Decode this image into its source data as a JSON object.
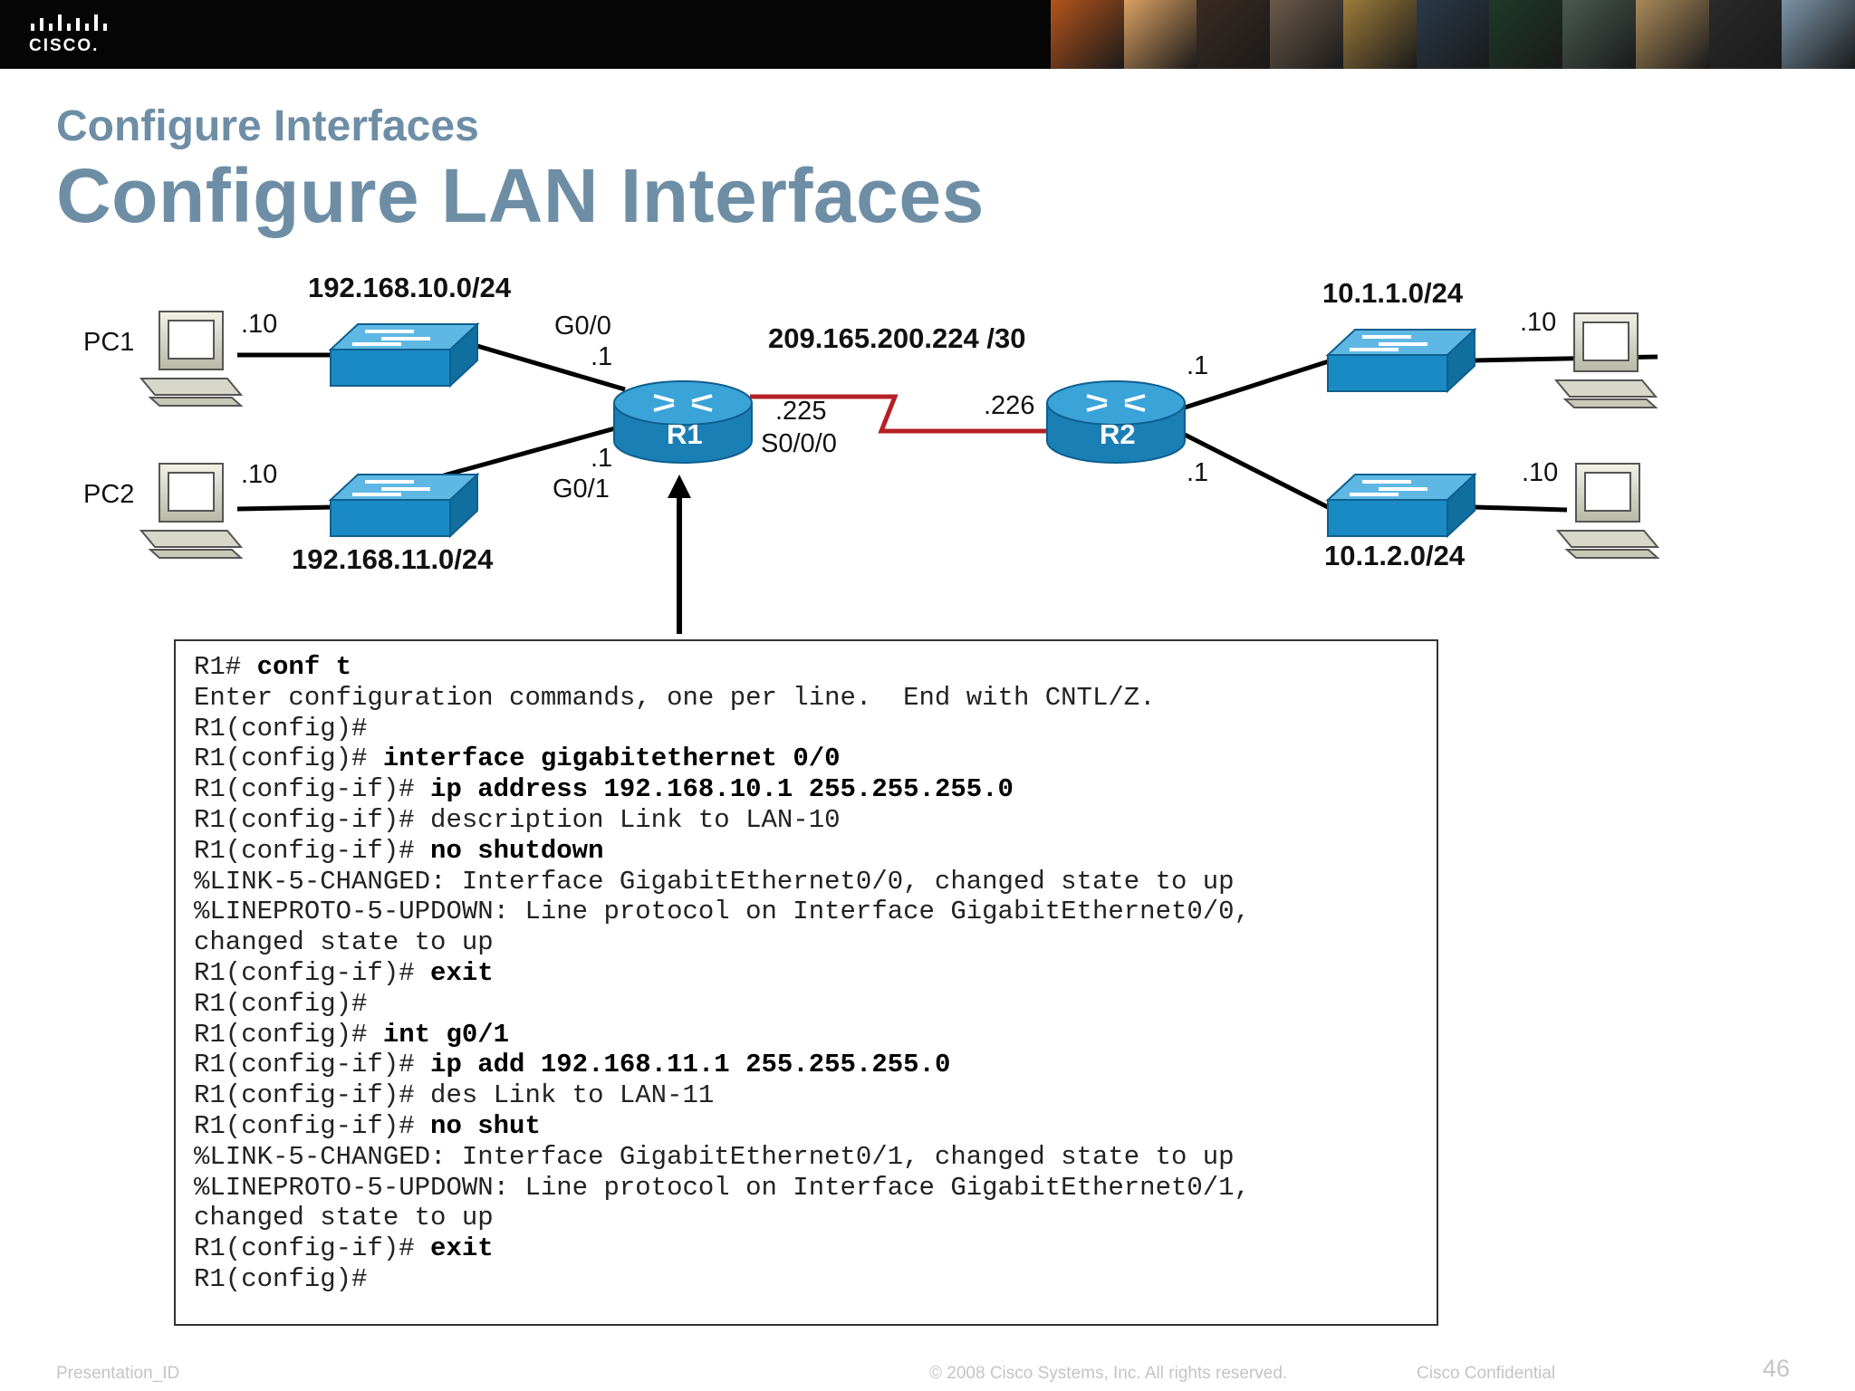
{
  "header": {
    "logo_text": "CISCO.",
    "photo_colors": [
      "#b4541c",
      "#d9a063",
      "#3a2b22",
      "#6b5a4a",
      "#9c7b3a",
      "#2a3a4a",
      "#1e3a2a",
      "#4a5a52",
      "#aa8a5a",
      "#2a2a2a",
      "#7a94a8"
    ]
  },
  "slide": {
    "subtitle": "Configure Interfaces",
    "title": "Configure LAN Interfaces"
  },
  "diagram": {
    "pc1_label": "PC1",
    "pc2_label": "PC2",
    "pc1_host": ".10",
    "pc2_host": ".10",
    "lan10_net": "192.168.10.0/24",
    "lan11_net": "192.168.11.0/24",
    "r1_g00_label": "G0/0",
    "r1_g00_host": ".1",
    "r1_g01_host": ".1",
    "r1_g01_label": "G0/1",
    "r1_name": "R1",
    "r2_name": "R2",
    "wan_net": "209.165.200.224 /30",
    "r1_s000_host": ".225",
    "r1_s000_label": "S0/0/0",
    "r2_wan_host": ".226",
    "r2_top_host": ".1",
    "r2_bottom_host": ".1",
    "lan_r2a_net": "10.1.1.0/24",
    "lan_r2b_net": "10.1.2.0/24",
    "pc3_host": ".10",
    "pc4_host": ".10",
    "colors": {
      "device_blue": "#1a8ac4",
      "serial_red": "#b52025"
    }
  },
  "terminal": {
    "lines": [
      {
        "plain": "R1# ",
        "bold": "conf t"
      },
      {
        "plain": "Enter configuration commands, one per line.  End with CNTL/Z.",
        "bold": ""
      },
      {
        "plain": "R1(config)#",
        "bold": ""
      },
      {
        "plain": "R1(config)# ",
        "bold": "interface gigabitethernet 0/0"
      },
      {
        "plain": "R1(config-if)# ",
        "bold": "ip address 192.168.10.1 255.255.255.0"
      },
      {
        "plain": "R1(config-if)# description Link to LAN-10",
        "bold": ""
      },
      {
        "plain": "R1(config-if)# ",
        "bold": "no shutdown"
      },
      {
        "plain": "%LINK-5-CHANGED: Interface GigabitEthernet0/0, changed state to up",
        "bold": ""
      },
      {
        "plain": "%LINEPROTO-5-UPDOWN: Line protocol on Interface GigabitEthernet0/0,",
        "bold": ""
      },
      {
        "plain": "changed state to up",
        "bold": ""
      },
      {
        "plain": "R1(config-if)# ",
        "bold": "exit"
      },
      {
        "plain": "R1(config)#",
        "bold": ""
      },
      {
        "plain": "R1(config)# ",
        "bold": "int g0/1"
      },
      {
        "plain": "R1(config-if)# ",
        "bold": "ip add 192.168.11.1 255.255.255.0"
      },
      {
        "plain": "R1(config-if)# des Link to LAN-11",
        "bold": ""
      },
      {
        "plain": "R1(config-if)# ",
        "bold": "no shut"
      },
      {
        "plain": "%LINK-5-CHANGED: Interface GigabitEthernet0/1, changed state to up",
        "bold": ""
      },
      {
        "plain": "%LINEPROTO-5-UPDOWN: Line protocol on Interface GigabitEthernet0/1,",
        "bold": ""
      },
      {
        "plain": "changed state to up",
        "bold": ""
      },
      {
        "plain": "R1(config-if)# ",
        "bold": "exit"
      },
      {
        "plain": "R1(config)#",
        "bold": ""
      }
    ]
  },
  "footer": {
    "presentation_id": "Presentation_ID",
    "copyright": "© 2008 Cisco Systems, Inc. All rights reserved.",
    "confidential": "Cisco Confidential",
    "page_number": "46"
  }
}
